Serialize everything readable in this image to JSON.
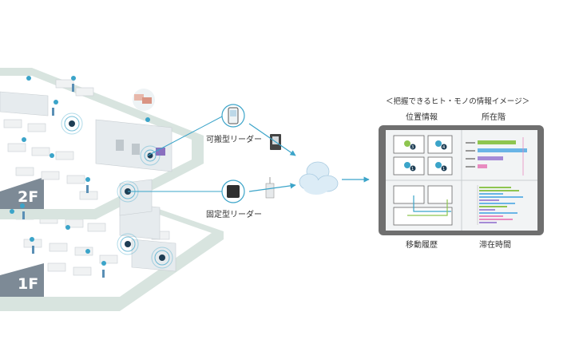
{
  "floors": {
    "upper": "2F",
    "lower": "1F"
  },
  "readers": {
    "portable": "可搬型リーダー",
    "fixed": "固定型リーダー"
  },
  "dashboard": {
    "caption": "＜把握できるヒト・モノの情報イメージ＞",
    "panels": {
      "position": "位置情報",
      "location": "所在階",
      "movement": "移動履歴",
      "dwell": "滞在時間"
    },
    "map_pins": [
      "3",
      "4",
      "1",
      "1"
    ]
  },
  "colors": {
    "accent": "#3ba4c9",
    "floor": "#d8e4df",
    "tablet": "#6f6f6f",
    "bar_green": "#8ec54f",
    "bar_blue": "#6ab5e6",
    "bar_purple": "#a58bd6",
    "bar_pink": "#e88bc0"
  }
}
